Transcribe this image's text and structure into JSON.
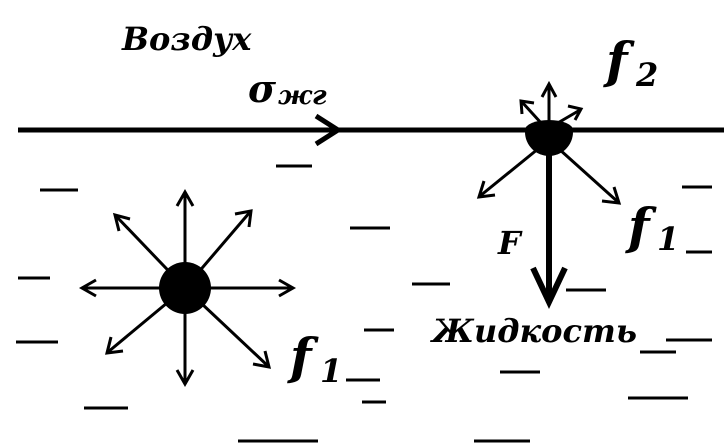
{
  "labels": {
    "air": "Воздух",
    "sigma": "σ",
    "sigma_sub": "жг",
    "liquid": "Жидкость",
    "f2": "f",
    "f2_sub": "2",
    "f1_surface": "f",
    "f1_surface_sub": "1",
    "f1_bulk": "f",
    "f1_bulk_sub": "1",
    "F": "F"
  },
  "colors": {
    "ink": "#000000",
    "background": "#ffffff"
  }
}
